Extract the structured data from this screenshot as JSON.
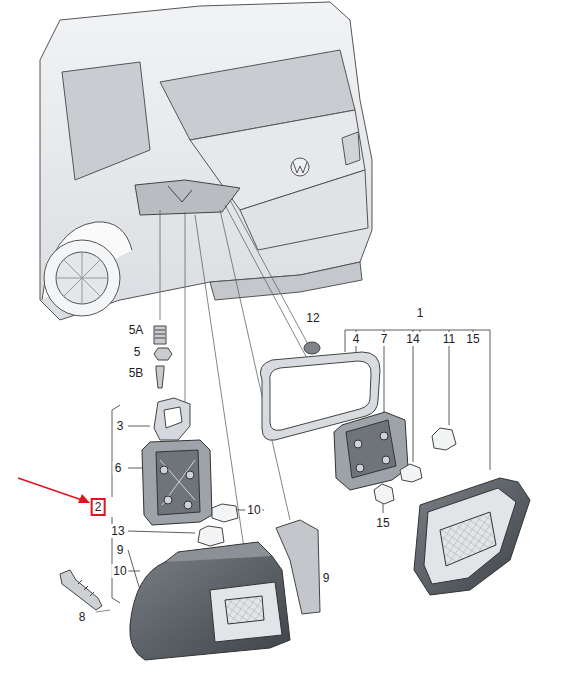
{
  "diagram": {
    "labels": [
      "12",
      "1",
      "4",
      "7",
      "14",
      "11",
      "15",
      "5A",
      "5",
      "5B",
      "3",
      "6",
      "2",
      "10",
      "13",
      "9",
      "10",
      "15",
      "9",
      "8"
    ]
  }
}
